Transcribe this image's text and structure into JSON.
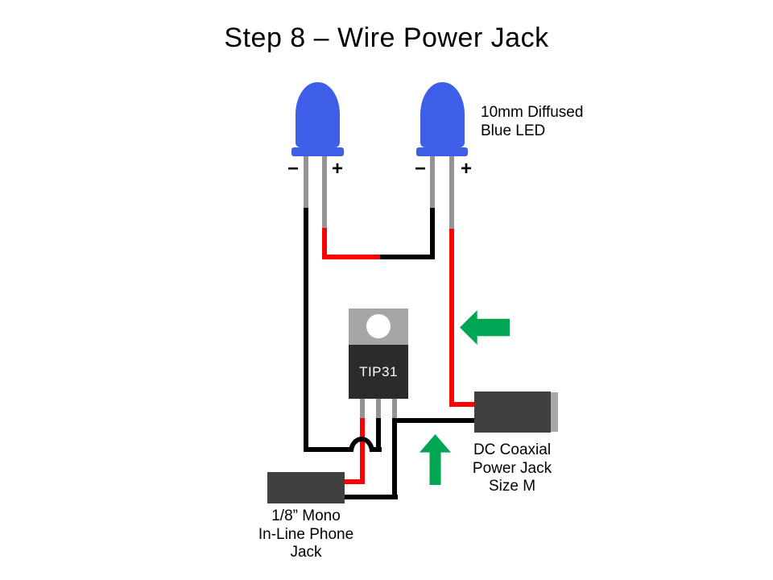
{
  "slide": {
    "title": "Step 8 – Wire Power Jack"
  },
  "led_pair": {
    "caption_line1": "10mm Diffused",
    "caption_line2": "Blue LED",
    "minus": "−",
    "plus": "+"
  },
  "transistor": {
    "label": "TIP31"
  },
  "dc_jack": {
    "caption_line1": "DC Coaxial",
    "caption_line2": "Power Jack",
    "caption_line3": "Size M"
  },
  "phone_jack": {
    "caption_line1": "1/8” Mono",
    "caption_line2": "In-Line Phone",
    "caption_line3": "Jack"
  },
  "wiring": [
    {
      "color": "black",
      "path": "LED 1 negative leg → TIP31 middle leg (wire hops over red base wire)"
    },
    {
      "color": "red",
      "path": "LED 1 positive leg → black wire from LED 2 negative leg"
    },
    {
      "color": "red",
      "path": "LED 2 positive leg → DC coaxial power jack (upper terminal)"
    },
    {
      "color": "red",
      "path": "TIP31 left leg → 1/8” mono in-line phone jack (upper terminal)"
    },
    {
      "color": "black",
      "path": "TIP31 right leg → DC coaxial power jack (lower terminal)"
    },
    {
      "color": "black",
      "path": "TIP31 right leg → 1/8” mono in-line phone jack (lower terminal)"
    }
  ],
  "colors": {
    "led_blue": "#3D5FE8",
    "wire_red": "#FF0000",
    "wire_black": "#000000",
    "lead_gray": "#949494",
    "component_dark": "#404040",
    "transistor_tab": "#A6A6A6",
    "transistor_body": "#2B2B2B",
    "jack_stripe": "#A9A9A9",
    "arrow_green": "#00A651"
  }
}
